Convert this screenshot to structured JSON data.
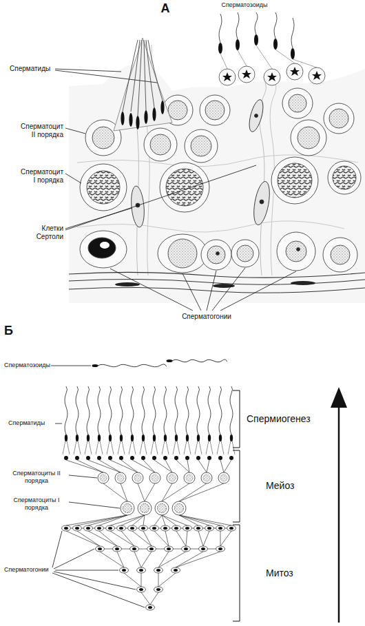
{
  "diagram": {
    "labels": [
      "А",
      "Сперматозоиды",
      "Сперматиды",
      "Сперматоцит II порядка",
      "Сперматоцит I порядка",
      "Клетки Сертоли",
      "Сперматогонии",
      "Б",
      "Сперматозоиды",
      "Сперматиды",
      "Сперматоциты II порядка",
      "Сперматоциты I порядка",
      "Сперматогонии",
      "Спермиогенез",
      "Мейоз",
      "Митоз"
    ]
  }
}
